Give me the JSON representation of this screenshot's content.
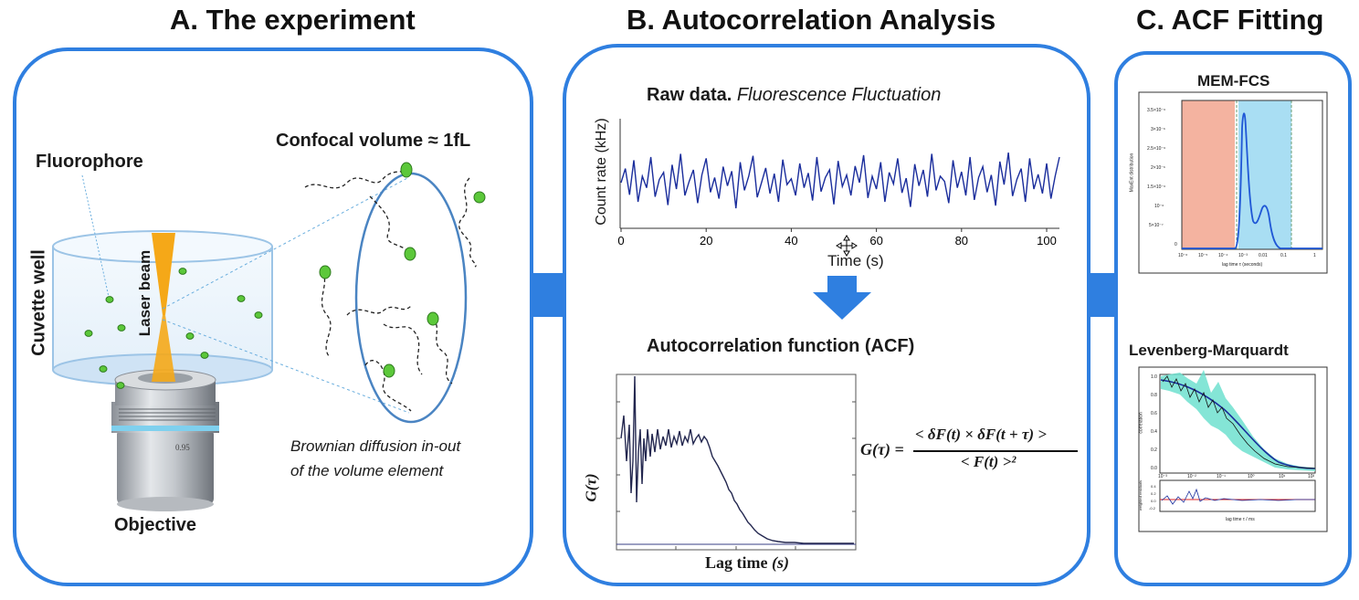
{
  "titles": {
    "a": "A. The experiment",
    "b": "B. Autocorrelation Analysis",
    "c": "C. ACF Fitting"
  },
  "panel_a": {
    "fluorophore": "Fluorophore",
    "confocal_volume": "Confocal volume ≈ 1fL",
    "cuvette_well": "Cuvette well",
    "laser_beam": "Laser beam",
    "objective": "Objective",
    "objective_marking": "0.95",
    "brownian_line1": "Brownian diffusion in-out",
    "brownian_line2": "of the volume element"
  },
  "panel_b": {
    "raw_title_bold": "Raw data.",
    "raw_title_italic": "Fluorescence Fluctuation",
    "raw_ylabel": "Count rate (kHz)",
    "raw_xlabel": "Time (s)",
    "acf_title": "Autocorrelation function (ACF)",
    "acf_ylabel": "G(τ)",
    "acf_xlabel_main": "Lag time",
    "acf_xlabel_unit": "(s)",
    "formula_lhs": "G(τ) =",
    "formula_num": "< δF(t) × δF(t + τ) >",
    "formula_den": "< F(t) >²"
  },
  "panel_c": {
    "mem_title": "MEM-FCS",
    "mem_ylabel": "MaxEnt distribution",
    "mem_xlabel": "lag time τ (seconds)",
    "mem_yticks": [
      "3.5×10⁻⁶",
      "3×10⁻⁶",
      "2.5×10⁻⁶",
      "2×10⁻⁶",
      "1.5×10⁻⁶",
      "10⁻⁶",
      "5×10⁻⁷",
      "0"
    ],
    "mem_xticks": [
      "10⁻⁶",
      "10⁻⁵",
      "10⁻⁴",
      "10⁻³",
      "0.01",
      "0.1",
      "1"
    ],
    "lm_title": "Levenberg-Marquardt",
    "lm_ylabel": "correlation",
    "lm_res_ylabel": "weighted residuals",
    "lm_xlabel": "lag time τ / ms",
    "lm_yticks": [
      "1.0",
      "0.8",
      "0.6",
      "0.4",
      "0.2",
      "0.0"
    ],
    "lm_xticks": [
      "10⁻³",
      "10⁻²",
      "10⁻¹",
      "10⁰",
      "10¹",
      "10²"
    ],
    "lm_res_yticks": [
      "0.4",
      "0.2",
      "0.0",
      "-0.2"
    ]
  },
  "colors": {
    "accent": "#2f7fe0",
    "trace": "#1a2d9c",
    "fluorophore": "#5cc83a",
    "laser": "#f5a818",
    "mem_red_band": "#f4b3a0",
    "mem_blue_band": "#a9def3",
    "lm_band": "#6fe0cf"
  },
  "chart_data": [
    {
      "type": "line",
      "title": "Raw data. Fluorescence Fluctuation",
      "xlabel": "Time (s)",
      "ylabel": "Count rate (kHz)",
      "xticks": [
        0,
        20,
        40,
        60,
        80,
        100
      ],
      "xlim": [
        0,
        103
      ],
      "series": [
        {
          "x": [
            0,
            1,
            2,
            3,
            4,
            5,
            6,
            7,
            8,
            9,
            10,
            11,
            12,
            13,
            14,
            15,
            16,
            17,
            18,
            19,
            20,
            21,
            22,
            23,
            24,
            25,
            26,
            27,
            28,
            29,
            30,
            31,
            32,
            33,
            34,
            35,
            36,
            37,
            38,
            39,
            40,
            41,
            42,
            43,
            44,
            45,
            46,
            47,
            48,
            49,
            50,
            51,
            52,
            53,
            54,
            55,
            56,
            57,
            58,
            59,
            60,
            61,
            62,
            63,
            64,
            65,
            66,
            67,
            68,
            69,
            70,
            71,
            72,
            73,
            74,
            75,
            76,
            77,
            78,
            79,
            80,
            81,
            82,
            83,
            84,
            85,
            86,
            87,
            88,
            89,
            90,
            91,
            92,
            93,
            94,
            95,
            96,
            97,
            98,
            99,
            100,
            101,
            102,
            103
          ],
          "y": [
            0.5,
            0.72,
            0.31,
            0.85,
            0.2,
            0.6,
            0.42,
            0.9,
            0.28,
            0.55,
            0.66,
            0.15,
            0.78,
            0.4,
            0.95,
            0.3,
            0.52,
            0.7,
            0.18,
            0.62,
            0.88,
            0.35,
            0.58,
            0.25,
            0.75,
            0.45,
            0.68,
            0.1,
            0.82,
            0.38,
            0.6,
            0.92,
            0.27,
            0.5,
            0.73,
            0.33,
            0.64,
            0.2,
            0.86,
            0.47,
            0.56,
            0.3,
            0.8,
            0.42,
            0.65,
            0.22,
            0.9,
            0.36,
            0.58,
            0.7,
            0.16,
            0.84,
            0.44,
            0.62,
            0.3,
            0.76,
            0.5,
            0.93,
            0.26,
            0.6,
            0.4,
            0.82,
            0.2,
            0.66,
            0.48,
            0.88,
            0.34,
            0.57,
            0.12,
            0.79,
            0.45,
            0.7,
            0.28,
            0.95,
            0.38,
            0.6,
            0.52,
            0.18,
            0.85,
            0.42,
            0.67,
            0.3,
            0.9,
            0.23,
            0.58,
            0.75,
            0.35,
            0.62,
            0.14,
            0.83,
            0.47,
            0.97,
            0.29,
            0.55,
            0.72,
            0.2,
            0.88,
            0.4,
            0.63,
            0.33,
            0.8,
            0.25,
            0.6,
            0.9
          ]
        }
      ]
    }
  ]
}
